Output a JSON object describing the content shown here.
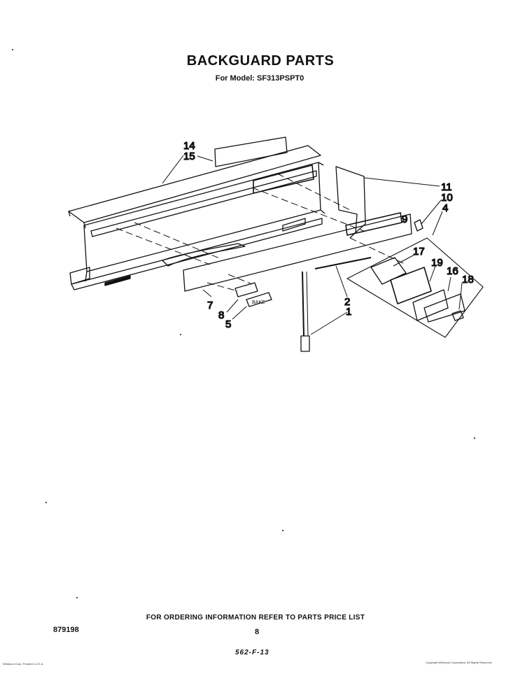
{
  "header": {
    "title": "BACKGUARD PARTS",
    "model_line": "For Model: SF313PSPT0"
  },
  "callouts": [
    {
      "id": "c14",
      "label": "14"
    },
    {
      "id": "c15",
      "label": "15"
    },
    {
      "id": "c11",
      "label": "11"
    },
    {
      "id": "c10",
      "label": "10"
    },
    {
      "id": "c4",
      "label": "4"
    },
    {
      "id": "c9",
      "label": "9"
    },
    {
      "id": "c17",
      "label": "17"
    },
    {
      "id": "c19",
      "label": "19"
    },
    {
      "id": "c16",
      "label": "16"
    },
    {
      "id": "c18",
      "label": "18"
    },
    {
      "id": "c2",
      "label": "2"
    },
    {
      "id": "c1",
      "label": "1"
    },
    {
      "id": "c7",
      "label": "7"
    },
    {
      "id": "c8",
      "label": "8"
    },
    {
      "id": "c5",
      "label": "5"
    }
  ],
  "footer": {
    "ordering_note": "FOR ORDERING INFORMATION REFER TO PARTS PRICE LIST",
    "document_number": "879198",
    "page_number": "8",
    "code": "562-F-13",
    "fine_print_left": "Whirlpool Corp. Printed in U.S.A.",
    "fine_print_right": "Copyright Whirlpool Corporation. All Rights Reserved."
  },
  "colors": {
    "ink": "#111111",
    "paper": "#ffffff"
  }
}
